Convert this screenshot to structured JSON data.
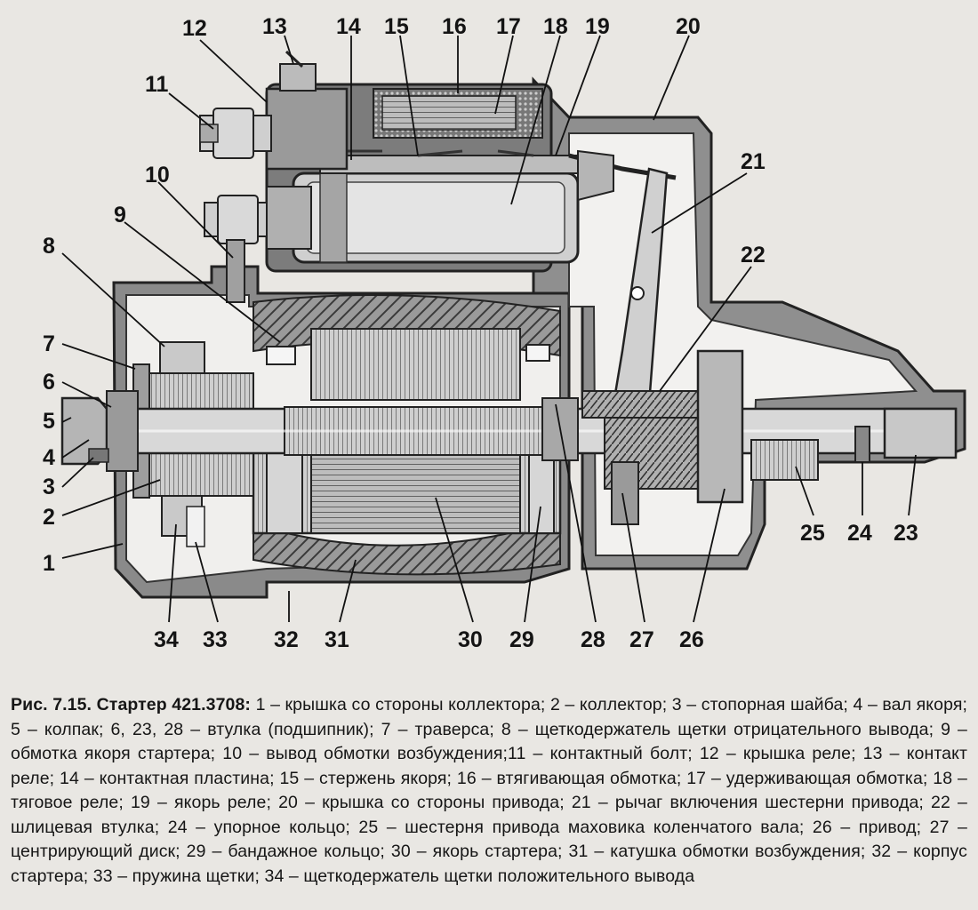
{
  "figure": {
    "labels": [
      {
        "id": "1",
        "text": "1"
      },
      {
        "id": "2",
        "text": "2"
      },
      {
        "id": "3",
        "text": "3"
      },
      {
        "id": "4",
        "text": "4"
      },
      {
        "id": "5",
        "text": "5"
      },
      {
        "id": "6",
        "text": "6"
      },
      {
        "id": "7",
        "text": "7"
      },
      {
        "id": "8",
        "text": "8"
      },
      {
        "id": "9",
        "text": "9"
      },
      {
        "id": "10",
        "text": "10"
      },
      {
        "id": "11",
        "text": "11"
      },
      {
        "id": "12",
        "text": "12"
      },
      {
        "id": "13",
        "text": "13"
      },
      {
        "id": "14",
        "text": "14"
      },
      {
        "id": "15",
        "text": "15"
      },
      {
        "id": "16",
        "text": "16"
      },
      {
        "id": "17",
        "text": "17"
      },
      {
        "id": "18",
        "text": "18"
      },
      {
        "id": "19",
        "text": "19"
      },
      {
        "id": "20",
        "text": "20"
      },
      {
        "id": "21",
        "text": "21"
      },
      {
        "id": "22",
        "text": "22"
      },
      {
        "id": "23",
        "text": "23"
      },
      {
        "id": "24",
        "text": "24"
      },
      {
        "id": "25",
        "text": "25"
      },
      {
        "id": "26",
        "text": "26"
      },
      {
        "id": "27",
        "text": "27"
      },
      {
        "id": "28",
        "text": "28"
      },
      {
        "id": "29",
        "text": "29"
      },
      {
        "id": "30",
        "text": "30"
      },
      {
        "id": "31",
        "text": "31"
      },
      {
        "id": "32",
        "text": "32"
      },
      {
        "id": "33",
        "text": "33"
      },
      {
        "id": "34",
        "text": "34"
      }
    ]
  },
  "caption": {
    "title": "Рис. 7.15. Стартер 421.3708:",
    "text": "1 – крышка со стороны коллектора; 2 – коллектор; 3 – стопорная шайба; 4 – вал якоря; 5 – колпак; 6, 23, 28 – втулка (подшипник); 7 – траверса; 8 – щеткодержатель щетки отрицательного вывода; 9 – обмотка якоря стартера; 10 – вывод обмотки возбуждения;11 – контактный болт; 12 – крышка реле; 13 – контакт реле; 14 – контактная пластина; 15 – стержень якоря; 16 – втягивающая обмотка; 17 – удерживающая обмотка; 18 – тяговое реле; 19 – якорь реле; 20 – крышка со стороны привода; 21 – рычаг включения шестерни привода; 22 – шлицевая втулка; 24 – упорное кольцо; 25 – шестерня привода маховика коленчатого вала; 26 – привод; 27 – центрирующий диск; 29 – бандажное кольцо; 30 – якорь стартера; 31 – катушка обмотки возбуждения; 32 – корпус стартера; 33 – пружина щетки; 34 – щеткодержатель щетки положительного вывода"
  }
}
